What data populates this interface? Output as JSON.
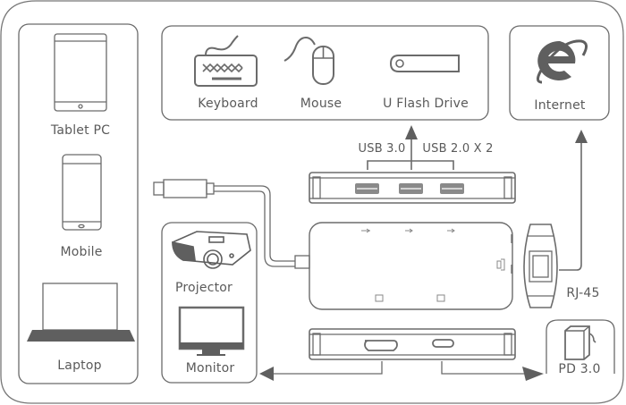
{
  "devices": {
    "left_panel": [
      {
        "name": "tablet",
        "label": "Tablet PC"
      },
      {
        "name": "mobile",
        "label": "Mobile"
      },
      {
        "name": "laptop",
        "label": "Laptop"
      }
    ],
    "usb_panel": [
      {
        "name": "keyboard",
        "label": "Keyboard"
      },
      {
        "name": "mouse",
        "label": "Mouse"
      },
      {
        "name": "flash-drive",
        "label": "U Flash Drive"
      }
    ],
    "internet": {
      "label": "Internet"
    },
    "display_panel": [
      {
        "name": "projector",
        "label": "Projector"
      },
      {
        "name": "monitor",
        "label": "Monitor"
      }
    ],
    "power": {
      "label": "PD 3.0"
    }
  },
  "ports": {
    "usb_label_a": "USB 3.0",
    "usb_label_b": "USB 2.0 X 2",
    "rj45_label": "RJ-45"
  },
  "colors": {
    "stroke": "#6b6b6b",
    "fill_dark": "#5f5f5f",
    "text": "#5a5a5a"
  }
}
